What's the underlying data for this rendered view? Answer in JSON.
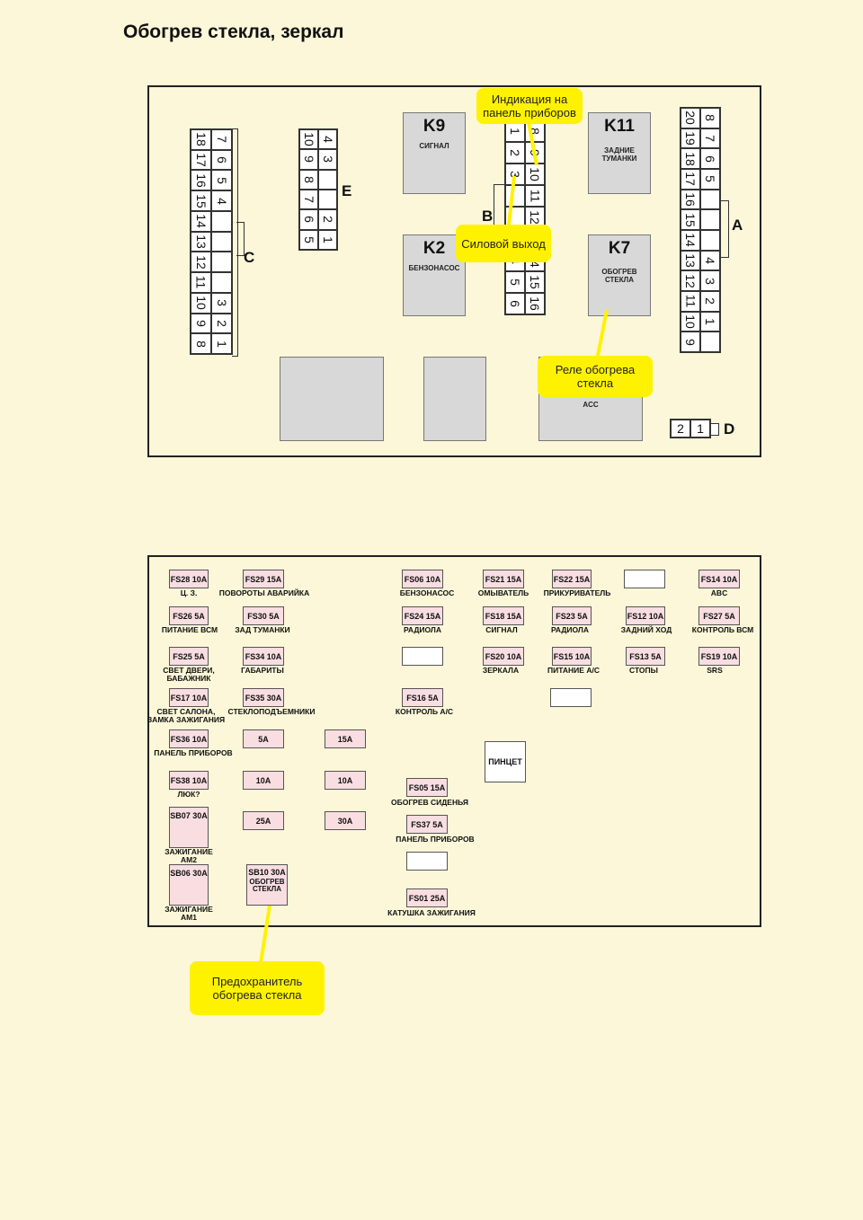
{
  "title": "Обогрев стекла, зеркал",
  "colors": {
    "background": "#fbf7d8",
    "relay": "#d8d8d8",
    "fuse": "#f8dde1",
    "callout": "#fff200"
  },
  "relay_box": {
    "relays": {
      "k9": {
        "name": "K9",
        "desc": "СИГНАЛ"
      },
      "k11": {
        "name": "K11",
        "desc1": "ЗАДНИЕ",
        "desc2": "ТУМАНКИ"
      },
      "k2": {
        "name": "K2",
        "desc": "БЕНЗОНАСОС"
      },
      "k7": {
        "name": "K7",
        "desc1": "ОБОГРЕВ",
        "desc2": "СТЕКЛА"
      },
      "acc": {
        "desc": "ACC"
      }
    },
    "connectors": {
      "c": {
        "label": "C",
        "pins": [
          "18",
          "7",
          "17",
          "6",
          "16",
          "5",
          "15",
          "4",
          "14",
          "",
          "13",
          "",
          "12",
          "",
          "11",
          "",
          "10",
          "3",
          "9",
          "2",
          "8",
          "1"
        ]
      },
      "e": {
        "label": "E",
        "pins": [
          "10",
          "4",
          "9",
          "3",
          "8",
          "",
          "7",
          "",
          "6",
          "2",
          "5",
          "1"
        ]
      },
      "b": {
        "label": "B",
        "pins": [
          "1",
          "8",
          "2",
          "9",
          "3",
          "10",
          "",
          "11",
          "",
          "12",
          "",
          "13",
          "4",
          "14",
          "5",
          "15",
          "6",
          "16"
        ]
      },
      "a": {
        "label": "A",
        "pins": [
          "20",
          "8",
          "19",
          "7",
          "18",
          "6",
          "17",
          "5",
          "16",
          "",
          "15",
          "",
          "14",
          "",
          "13",
          "4",
          "12",
          "3",
          "11",
          "2",
          "10",
          "1",
          "9",
          ""
        ]
      },
      "d": {
        "label": "D",
        "pins": [
          "2",
          "1"
        ]
      }
    }
  },
  "callouts": {
    "indication": "Индикация на панель приборов",
    "power_out": "Силовой выход",
    "rear_glass_relay": "Реле обогрева стекла",
    "fuse_rear_glass": "Предохранитель обогрева стекла"
  },
  "fuse_box": {
    "fuses": [
      {
        "id": "FS28 10A",
        "label": "Ц. З."
      },
      {
        "id": "FS29 15A",
        "label": "ПОВОРОТЫ АВАРИЙКА"
      },
      {
        "id": "FS06 10A",
        "label": "БЕНЗОНАСОС"
      },
      {
        "id": "FS21 15A",
        "label": "ОМЫВАТЕЛЬ"
      },
      {
        "id": "FS22 15A",
        "label": "ПРИКУРИВАТЕЛЬ"
      },
      {
        "id": "FS14 10A",
        "label": "ABC"
      },
      {
        "id": "FS26 5A",
        "label": "ПИТАНИЕ ВСМ"
      },
      {
        "id": "FS30 5A",
        "label": "ЗАД ТУМАНКИ"
      },
      {
        "id": "FS24 15A",
        "label": "РАДИОЛА"
      },
      {
        "id": "FS18 15A",
        "label": "СИГНАЛ"
      },
      {
        "id": "FS23 5A",
        "label": "РАДИОЛА"
      },
      {
        "id": "FS12 10A",
        "label": "ЗАДНИЙ ХОД"
      },
      {
        "id": "FS27 5A",
        "label": "КОНТРОЛЬ ВСМ"
      },
      {
        "id": "FS25 5A",
        "label": "СВЕТ ДВЕРИ,",
        "label2": "БАБАЖНИК"
      },
      {
        "id": "FS34 10A",
        "label": "ГАБАРИТЫ"
      },
      {
        "id": "FS20 10A",
        "label": "ЗЕРКАЛА"
      },
      {
        "id": "FS15 10A",
        "label": "ПИТАНИЕ А/С"
      },
      {
        "id": "FS13 5A",
        "label": "СТОПЫ"
      },
      {
        "id": "FS19 10A",
        "label": "SRS"
      },
      {
        "id": "FS17 10A",
        "label": "СВЕТ САЛОНА,",
        "label2": "ЗАМКА ЗАЖИГАНИЯ"
      },
      {
        "id": "FS35 30A",
        "label": "СТЕКЛОПОДЪЕМНИКИ"
      },
      {
        "id": "FS16 5A",
        "label": "КОНТРОЛЬ А/С"
      },
      {
        "id": "FS36 10A",
        "label": "ПАНЕЛЬ ПРИБОРОВ"
      },
      {
        "id": "5A",
        "label": ""
      },
      {
        "id": "15A",
        "label": ""
      },
      {
        "id": "FS38 10A",
        "label": "ЛЮК?"
      },
      {
        "id": "10A",
        "label": ""
      },
      {
        "id": "10A",
        "label": ""
      },
      {
        "id": "FS05 15A",
        "label": "ОБОГРЕВ СИДЕНЬЯ"
      },
      {
        "id": "25A",
        "label": ""
      },
      {
        "id": "30A",
        "label": ""
      },
      {
        "id": "FS37 5A",
        "label": "ПАНЕЛЬ ПРИБОРОВ"
      },
      {
        "id": "FS01 25A",
        "label": "КАТУШКА ЗАЖИГАНИЯ"
      },
      {
        "id": "SB07 30A",
        "label": "ЗАЖИГАНИЕ",
        "label2": "AM2"
      },
      {
        "id": "SB06 30A",
        "label": "ЗАЖИГАНИЕ",
        "label2": "AM1"
      },
      {
        "id": "SB10 30A",
        "label": "ОБОГРЕВ",
        "label2": "СТЕКЛА"
      }
    ],
    "tweezers": "ПИНЦЕТ"
  }
}
